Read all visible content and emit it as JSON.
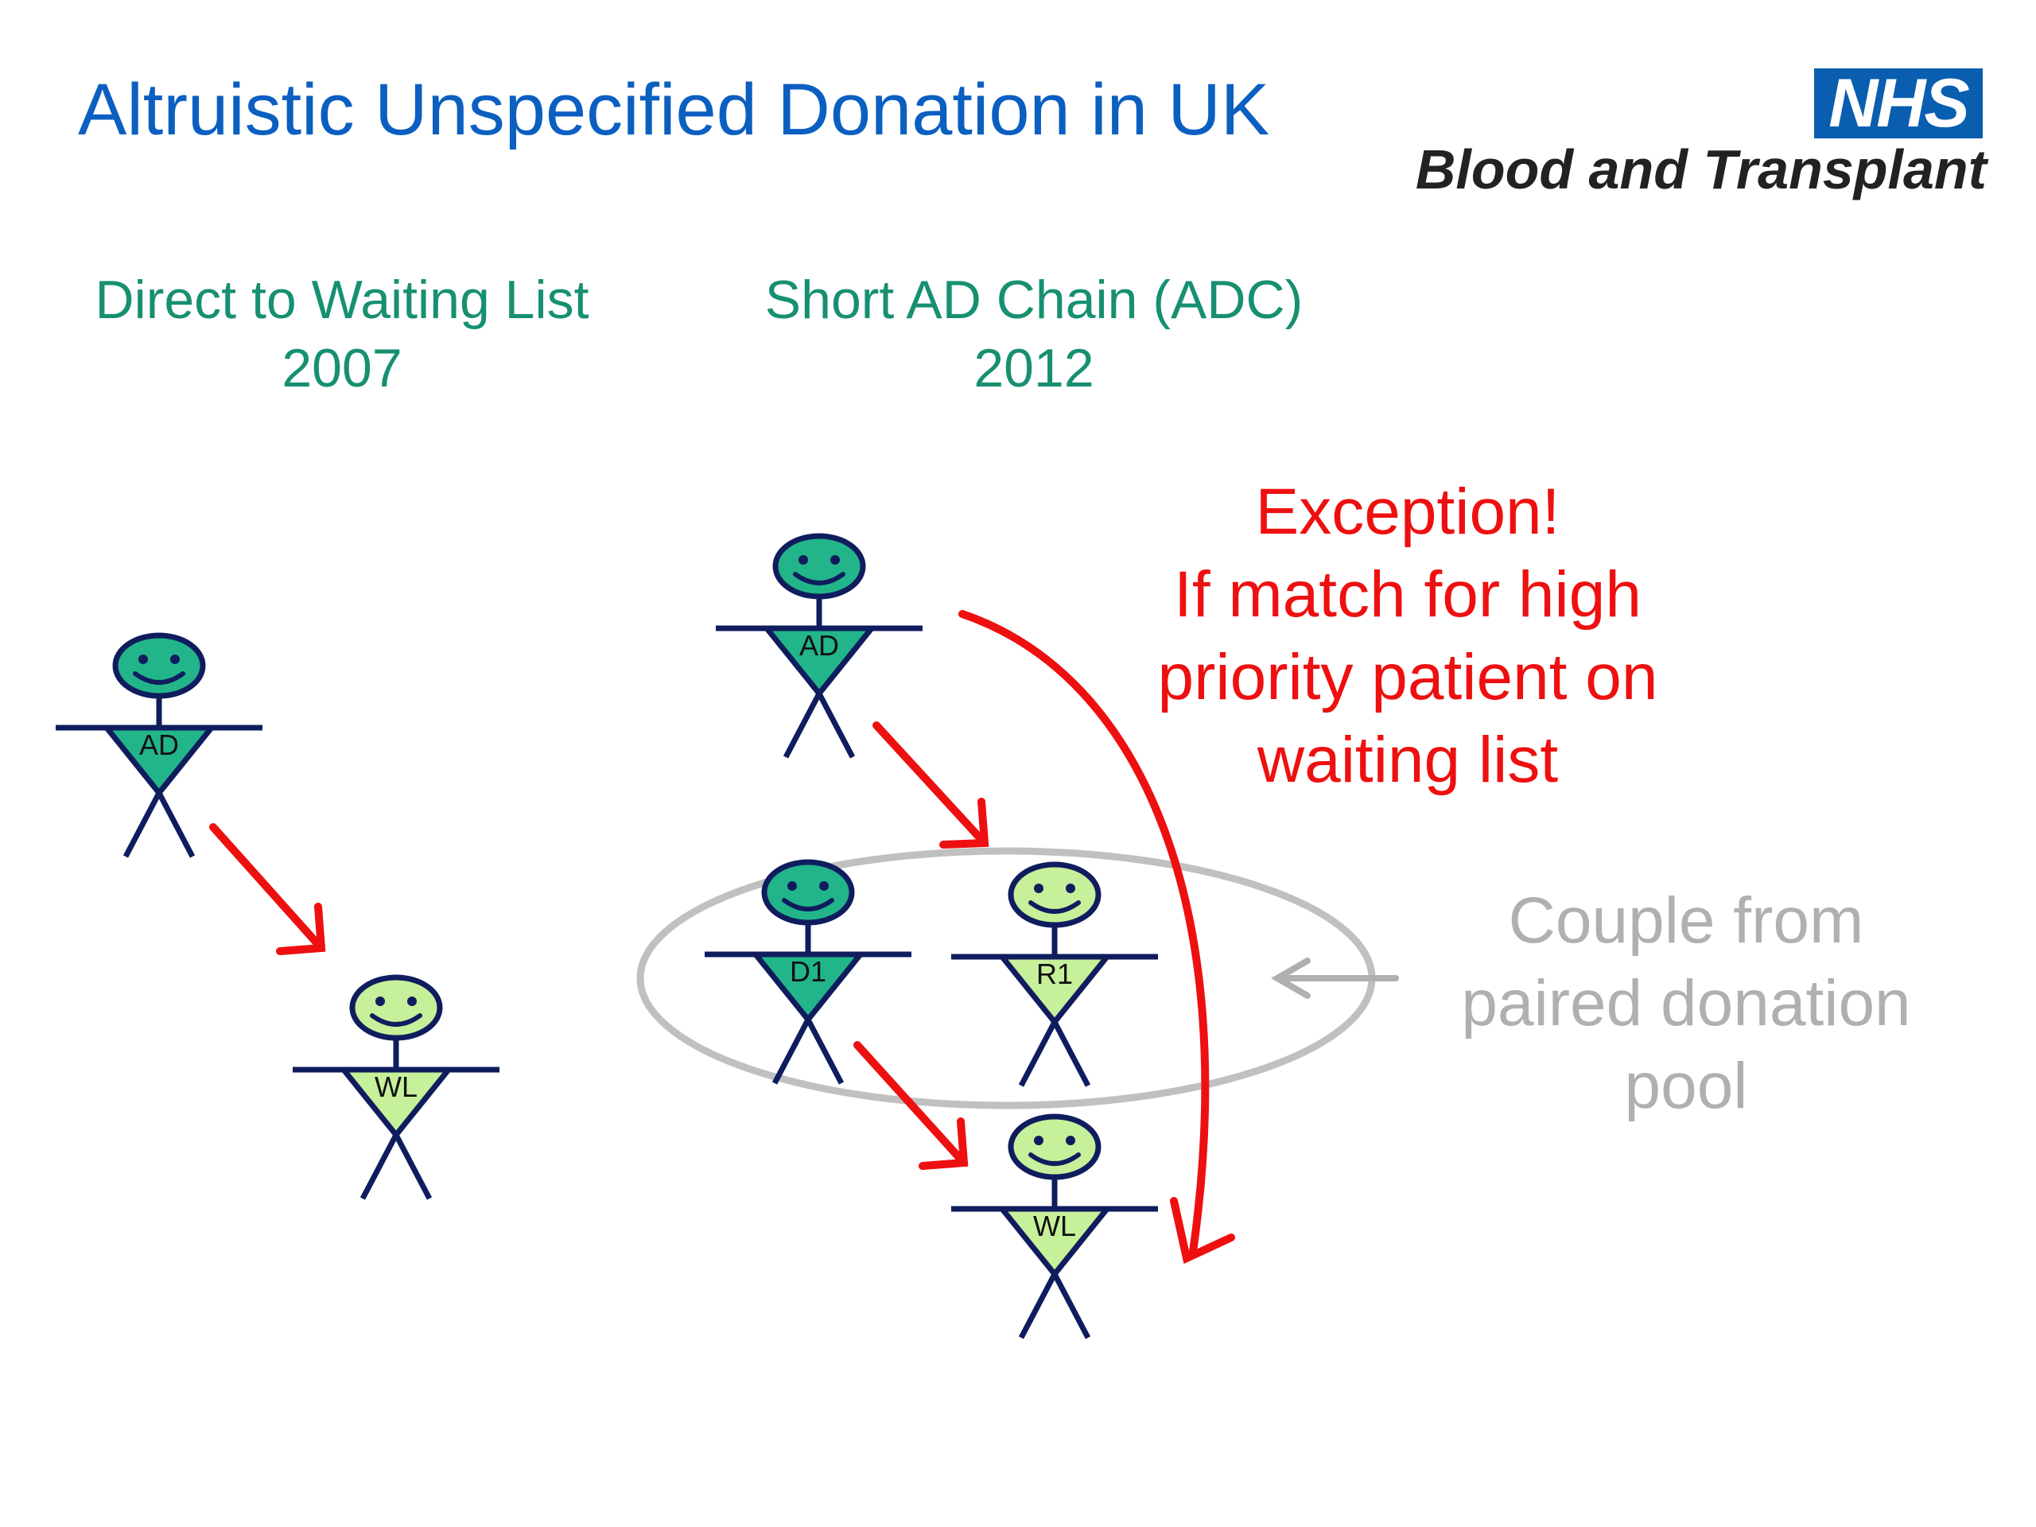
{
  "title": "Altruistic Unspecified Donation in UK",
  "logo": {
    "badge": "NHS",
    "org_name": "Blood and Transplant"
  },
  "sections": [
    {
      "heading": "Direct to Waiting List",
      "year": "2007"
    },
    {
      "heading": "Short AD Chain (ADC)",
      "year": "2012"
    }
  ],
  "exception_note": [
    "Exception!",
    "If match for high",
    "priority patient on",
    "waiting list"
  ],
  "pool_note": [
    "Couple from",
    "paired donation",
    "pool"
  ],
  "figures": {
    "left_donor": "AD",
    "left_recipient": "WL",
    "chain_donor": "AD",
    "pair_donor": "D1",
    "pair_recipient": "R1",
    "chain_recipient": "WL"
  },
  "colors": {
    "title": "#0b5fc1",
    "section_heading": "#169070",
    "donor_fill": "#22b58a",
    "recipient_fill": "#c6f09a",
    "outline": "#0f1d5e",
    "arrow": "#ee1010",
    "pool_ellipse": "#c0c0c0",
    "nhs_badge": "#0a5eb0"
  }
}
